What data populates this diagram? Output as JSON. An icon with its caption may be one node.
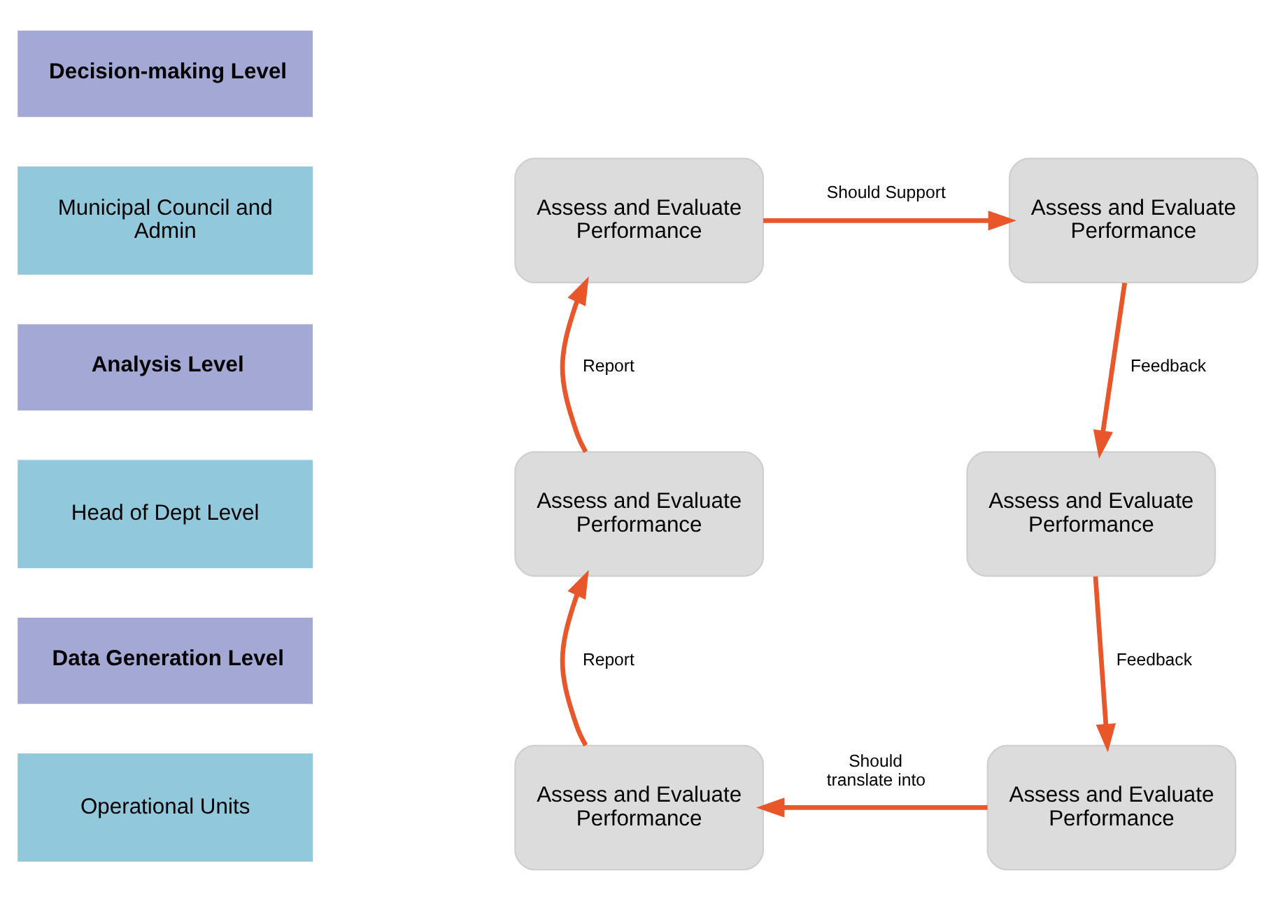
{
  "diagram": {
    "nodes": [
      {
        "text": [
          "Decision-making Level"
        ]
      },
      {
        "text": [
          "Municipal Council and Admin"
        ]
      },
      {
        "text": [
          "Assess and Evaluate Performance"
        ]
      },
      {
        "text": [
          "Assess and Evaluate Performance"
        ]
      },
      {
        "text": [
          "Analysis Level"
        ]
      },
      {
        "text": [
          "Head of Dept Level"
        ]
      },
      {
        "text": [
          "Assess and Evaluate Performance"
        ]
      },
      {
        "text": [
          "Assess and Evaluate Performance"
        ]
      },
      {
        "text": [
          "Data Generation Level"
        ]
      },
      {
        "text": [
          "Operational Units"
        ]
      },
      {
        "text": [
          "Assess and Evaluate Performance"
        ]
      },
      {
        "text": [
          "Assess and Evaluate Performance"
        ]
      }
    ],
    "edges": [
      {
        "from": 2,
        "to": 3,
        "arrow": "to",
        "label": "Should Support",
        "color": "#e8562a"
      },
      {
        "from": 3,
        "to": 7,
        "arrow": "to",
        "label": "Feedback",
        "color": "#e8562a"
      },
      {
        "from": 7,
        "to": 11,
        "arrow": "to",
        "label": "Feedback",
        "color": "#e8562a"
      },
      {
        "from": 11,
        "to": 10,
        "arrow": "to",
        "label": "Should translate into",
        "color": "#e8562a"
      },
      {
        "from": 10,
        "to": 6,
        "arrow": "to",
        "label": "Report",
        "color": "#e8562a"
      },
      {
        "from": 6,
        "to": 2,
        "arrow": "to",
        "label": "Report",
        "color": "#e8562a"
      }
    ]
  }
}
